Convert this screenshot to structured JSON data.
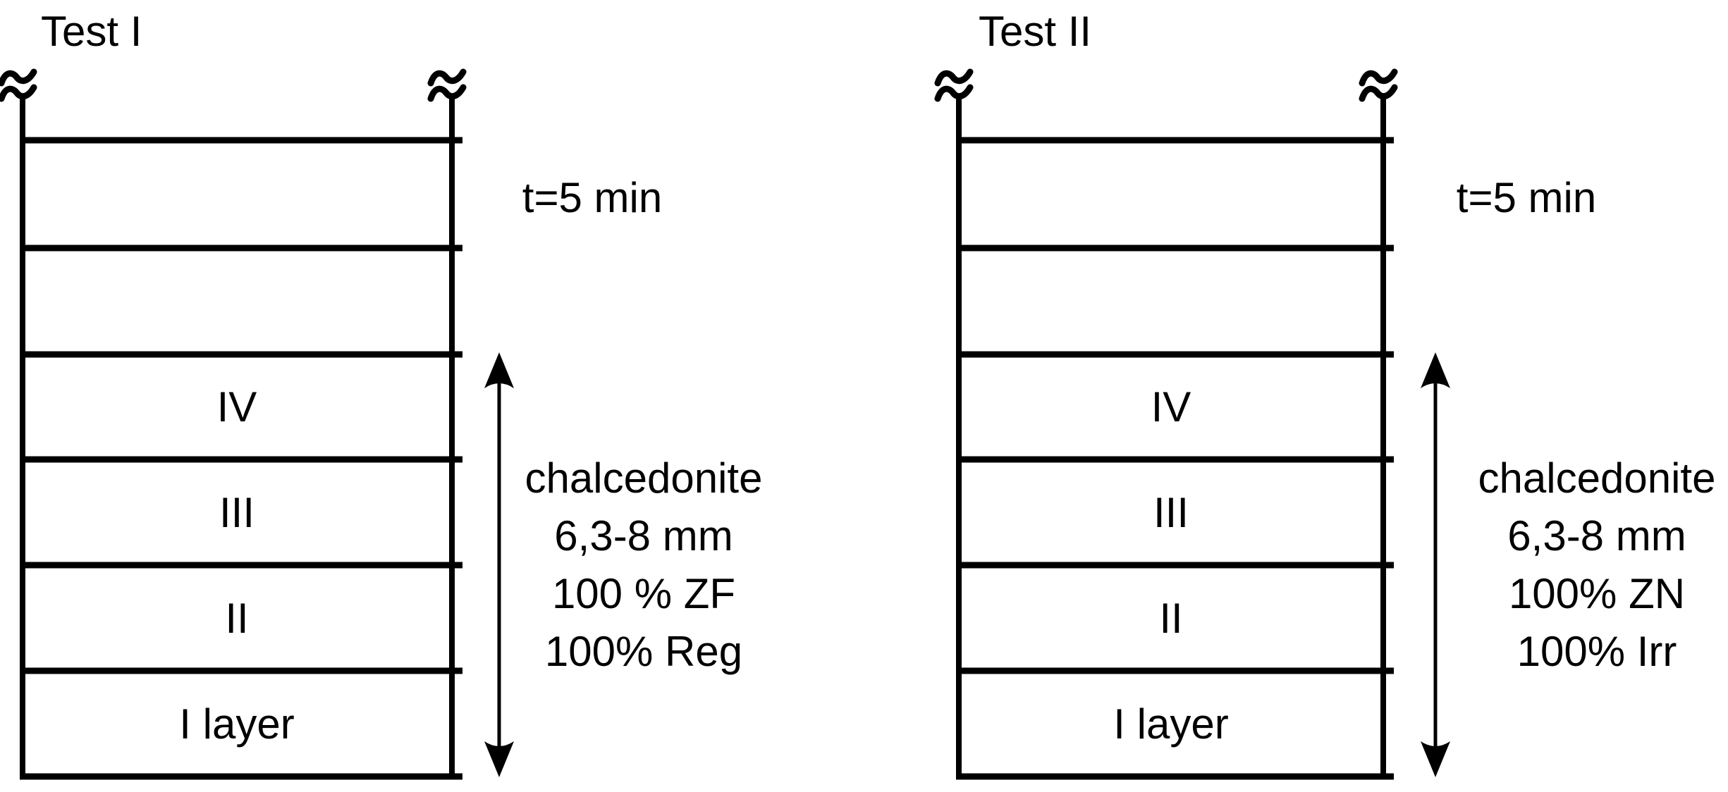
{
  "figure": {
    "background_color": "#ffffff",
    "ink_color": "#000000",
    "description_visible_structure": "Two schematic filter columns with broken-off tops, six stacked compartments each, a double-headed arrow marking the media bed extent"
  },
  "icons": {
    "pipe_break_icon": "double-squiggle break mark at top of column walls",
    "extent_arrow_icon": "double-headed vertical arrow"
  },
  "tests": [
    {
      "title": "Test I",
      "time_label": "t=5 min",
      "rows": [
        {
          "label": ""
        },
        {
          "label": ""
        },
        {
          "label": "IV"
        },
        {
          "label": "III"
        },
        {
          "label": "II"
        },
        {
          "label": "I layer"
        }
      ],
      "material_lines": [
        "chalcedonite",
        "6,3-8 mm",
        "100 % ZF",
        "100% Reg"
      ]
    },
    {
      "title": "Test II",
      "time_label": "t=5 min",
      "rows": [
        {
          "label": ""
        },
        {
          "label": ""
        },
        {
          "label": "IV"
        },
        {
          "label": "III"
        },
        {
          "label": "II"
        },
        {
          "label": "I layer"
        }
      ],
      "material_lines": [
        "chalcedonite",
        "6,3-8 mm",
        "100% ZN",
        "100% Irr"
      ]
    }
  ]
}
